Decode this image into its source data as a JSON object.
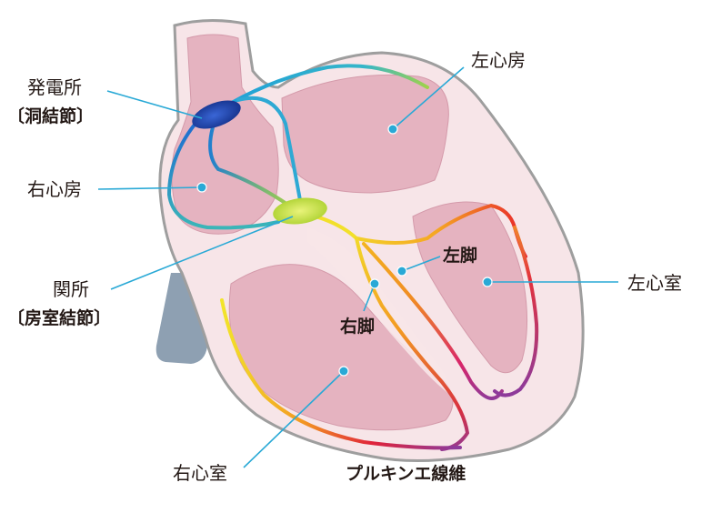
{
  "labels": {
    "sa_node_line1": "発電所",
    "sa_node_line2": "〔洞結節〕",
    "right_atrium": "右心房",
    "av_node_line1": "関所",
    "av_node_line2": "〔房室結節〕",
    "right_ventricle": "右心室",
    "left_atrium": "左心房",
    "left_ventricle": "左心室",
    "left_bundle": "左脚",
    "right_bundle": "右脚",
    "purkinje": "プルキンエ線維"
  },
  "colors": {
    "heart_wall": "#f7e5e8",
    "heart_outline": "#9e9e9e",
    "chamber": "#e5b3c0",
    "chamber_edge": "#d49aaa",
    "vessel": "#8ea0b2",
    "leader": "#29a9d6",
    "sa_node": "#1e3fa0",
    "av_node": "#c6df3c",
    "text": "#231815"
  }
}
